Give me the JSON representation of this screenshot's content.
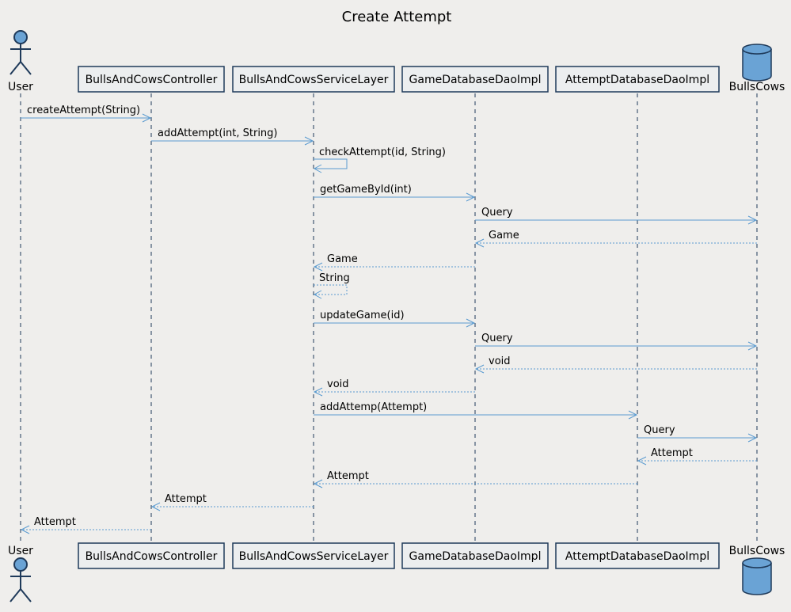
{
  "title": "Create Attempt",
  "colors": {
    "background": "#efeeec",
    "line": "#1f3a5a",
    "arrow": "#5b9bd0",
    "fill": "#6aa3d5"
  },
  "participants": [
    {
      "id": "user",
      "label": "User",
      "kind": "actor"
    },
    {
      "id": "controller",
      "label": "BullsAndCowsController",
      "kind": "box"
    },
    {
      "id": "service",
      "label": "BullsAndCowsServiceLayer",
      "kind": "box"
    },
    {
      "id": "gamedao",
      "label": "GameDatabaseDaoImpl",
      "kind": "box"
    },
    {
      "id": "attemptdao",
      "label": "AttemptDatabaseDaoImpl",
      "kind": "box"
    },
    {
      "id": "db",
      "label": "BullsCows",
      "kind": "database"
    }
  ],
  "messages": [
    {
      "from": "user",
      "to": "controller",
      "label": "createAttempt(String)",
      "type": "sync"
    },
    {
      "from": "controller",
      "to": "service",
      "label": "addAttempt(int, String)",
      "type": "sync"
    },
    {
      "from": "service",
      "to": "service",
      "label": "checkAttempt(id, String)",
      "type": "sync"
    },
    {
      "from": "service",
      "to": "gamedao",
      "label": "getGameById(int)",
      "type": "sync"
    },
    {
      "from": "gamedao",
      "to": "db",
      "label": "Query",
      "type": "sync"
    },
    {
      "from": "db",
      "to": "gamedao",
      "label": "Game",
      "type": "return"
    },
    {
      "from": "gamedao",
      "to": "service",
      "label": "Game",
      "type": "return"
    },
    {
      "from": "service",
      "to": "service",
      "label": "String",
      "type": "return"
    },
    {
      "from": "service",
      "to": "gamedao",
      "label": "updateGame(id)",
      "type": "sync"
    },
    {
      "from": "gamedao",
      "to": "db",
      "label": "Query",
      "type": "sync"
    },
    {
      "from": "db",
      "to": "gamedao",
      "label": "void",
      "type": "return"
    },
    {
      "from": "gamedao",
      "to": "service",
      "label": "void",
      "type": "return"
    },
    {
      "from": "service",
      "to": "attemptdao",
      "label": "addAttemp(Attempt)",
      "type": "sync"
    },
    {
      "from": "attemptdao",
      "to": "db",
      "label": "Query",
      "type": "sync"
    },
    {
      "from": "db",
      "to": "attemptdao",
      "label": "Attempt",
      "type": "return"
    },
    {
      "from": "attemptdao",
      "to": "service",
      "label": "Attempt",
      "type": "return"
    },
    {
      "from": "service",
      "to": "controller",
      "label": "Attempt",
      "type": "return"
    },
    {
      "from": "controller",
      "to": "user",
      "label": "Attempt",
      "type": "return"
    }
  ]
}
